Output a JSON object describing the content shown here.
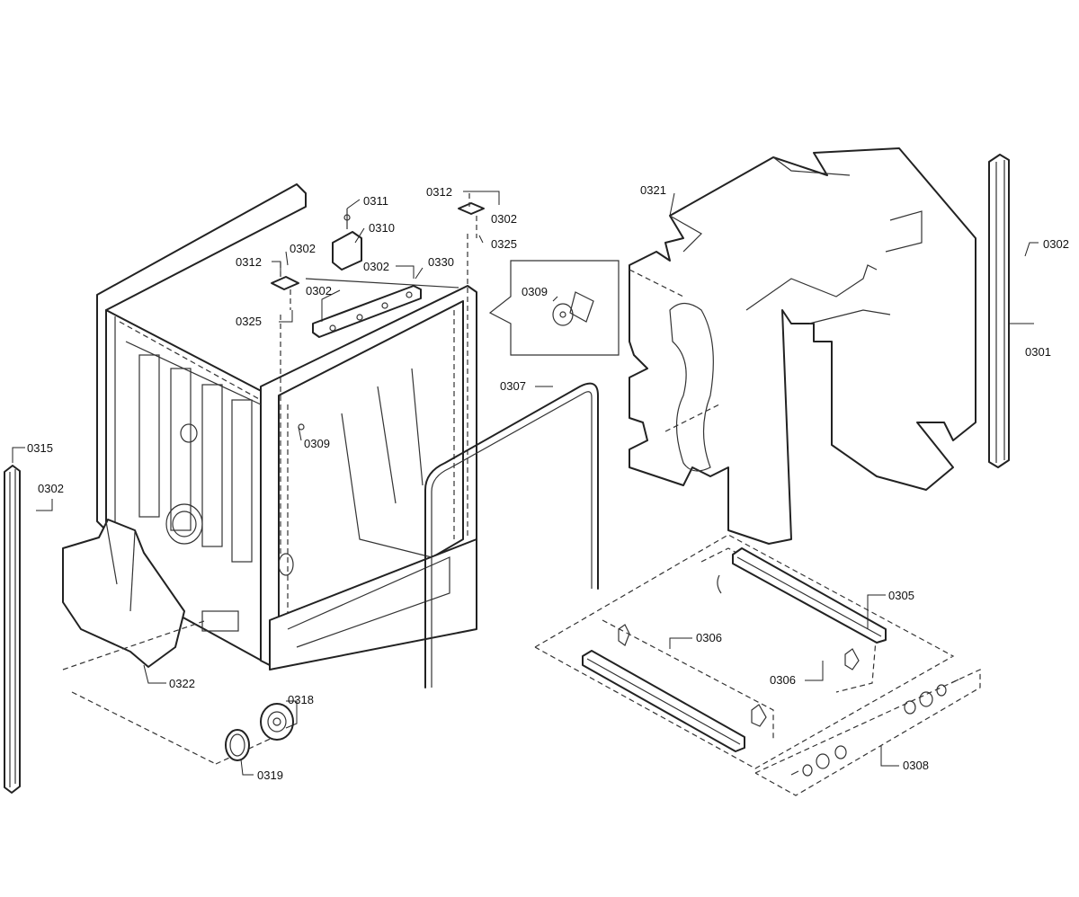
{
  "callouts": {
    "c0311": "0311",
    "c0310": "0310",
    "c0312a": "0312",
    "c0302a": "0302",
    "c0325a": "0325",
    "c0302b": "0302",
    "c0302c": "0302",
    "c0330": "0330",
    "c0312b": "0312",
    "c0302d": "0302",
    "c0325b": "0325",
    "c0309a": "0309",
    "c0309b": "0309",
    "c0307": "0307",
    "c0321": "0321",
    "c0302e": "0302",
    "c0301": "0301",
    "c0315": "0315",
    "c0302f": "0302",
    "c0322": "0322",
    "c0318": "0318",
    "c0319": "0319",
    "c0305": "0305",
    "c0306a": "0306",
    "c0306b": "0306",
    "c0308": "0308"
  }
}
